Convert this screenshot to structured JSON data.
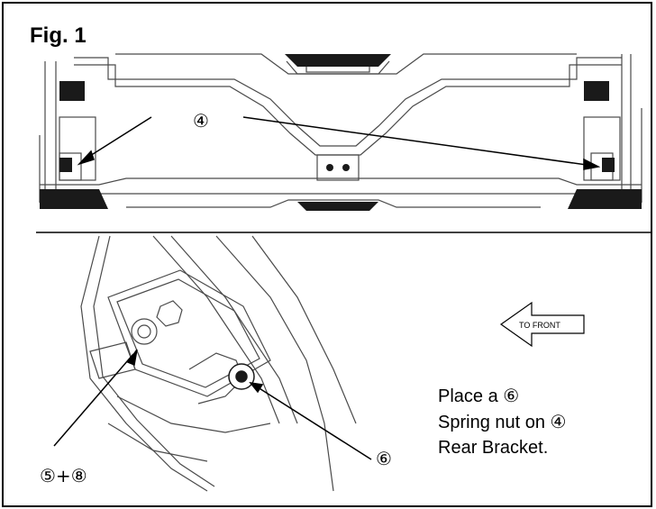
{
  "figure": {
    "title": "Fig. 1"
  },
  "callouts": {
    "top_part": "④",
    "spring_nut": "⑥",
    "bolt_combo": "⑤+⑧"
  },
  "direction_arrow": {
    "label": "TO FRONT"
  },
  "instruction": {
    "line1_prefix": "Place a ",
    "line1_ref": "⑥",
    "line2_prefix": "Spring nut on ",
    "line2_ref": "④",
    "line3": "Rear Bracket."
  },
  "colors": {
    "line": "#000000",
    "drawing": "#4a4a4a",
    "shade": "#1a1a1a",
    "background": "#ffffff"
  }
}
